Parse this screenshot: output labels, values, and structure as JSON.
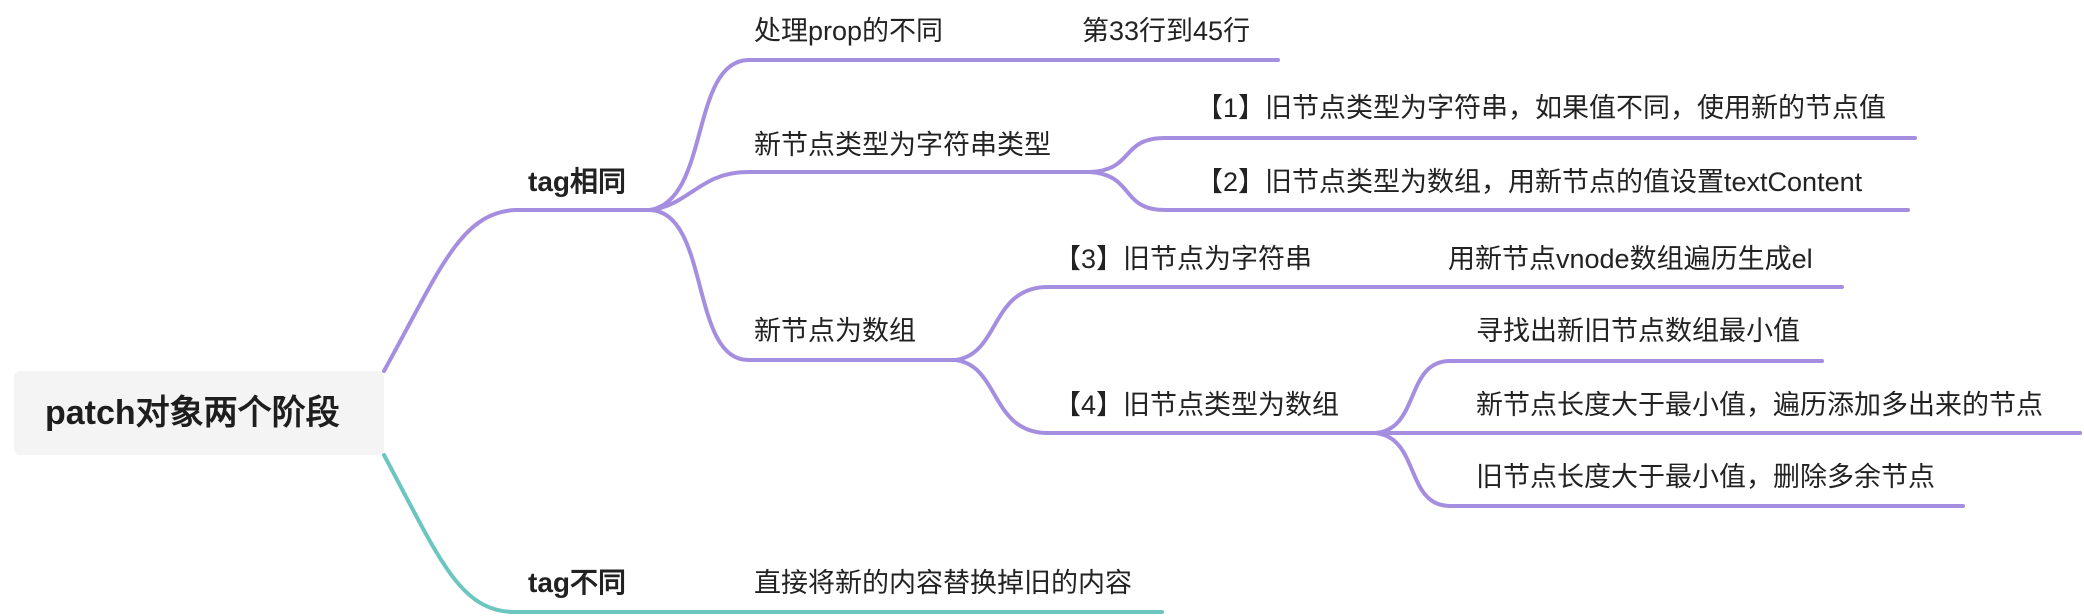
{
  "mindmap": {
    "root": "patch对象两个阶段",
    "branch_colors": {
      "tag_same": "#a58ee0",
      "tag_diff": "#6cc6c0"
    },
    "nodes": {
      "tag_same": "tag相同",
      "prop_diff": "处理prop的不同",
      "prop_lines": "第33行到45行",
      "new_string": "新节点类型为字符串类型",
      "case1": "【1】旧节点类型为字符串，如果值不同，使用新的节点值",
      "case2": "【2】旧节点类型为数组，用新节点的值设置textContent",
      "new_array": "新节点为数组",
      "case3": "【3】旧节点为字符串",
      "case3_detail": "用新节点vnode数组遍历生成el",
      "case4": "【4】旧节点类型为数组",
      "case4_a": "寻找出新旧节点数组最小值",
      "case4_b": "新节点长度大于最小值，遍历添加多出来的节点",
      "case4_c": "旧节点长度大于最小值，删除多余节点",
      "tag_diff": "tag不同",
      "replace": "直接将新的内容替换掉旧的内容"
    }
  }
}
